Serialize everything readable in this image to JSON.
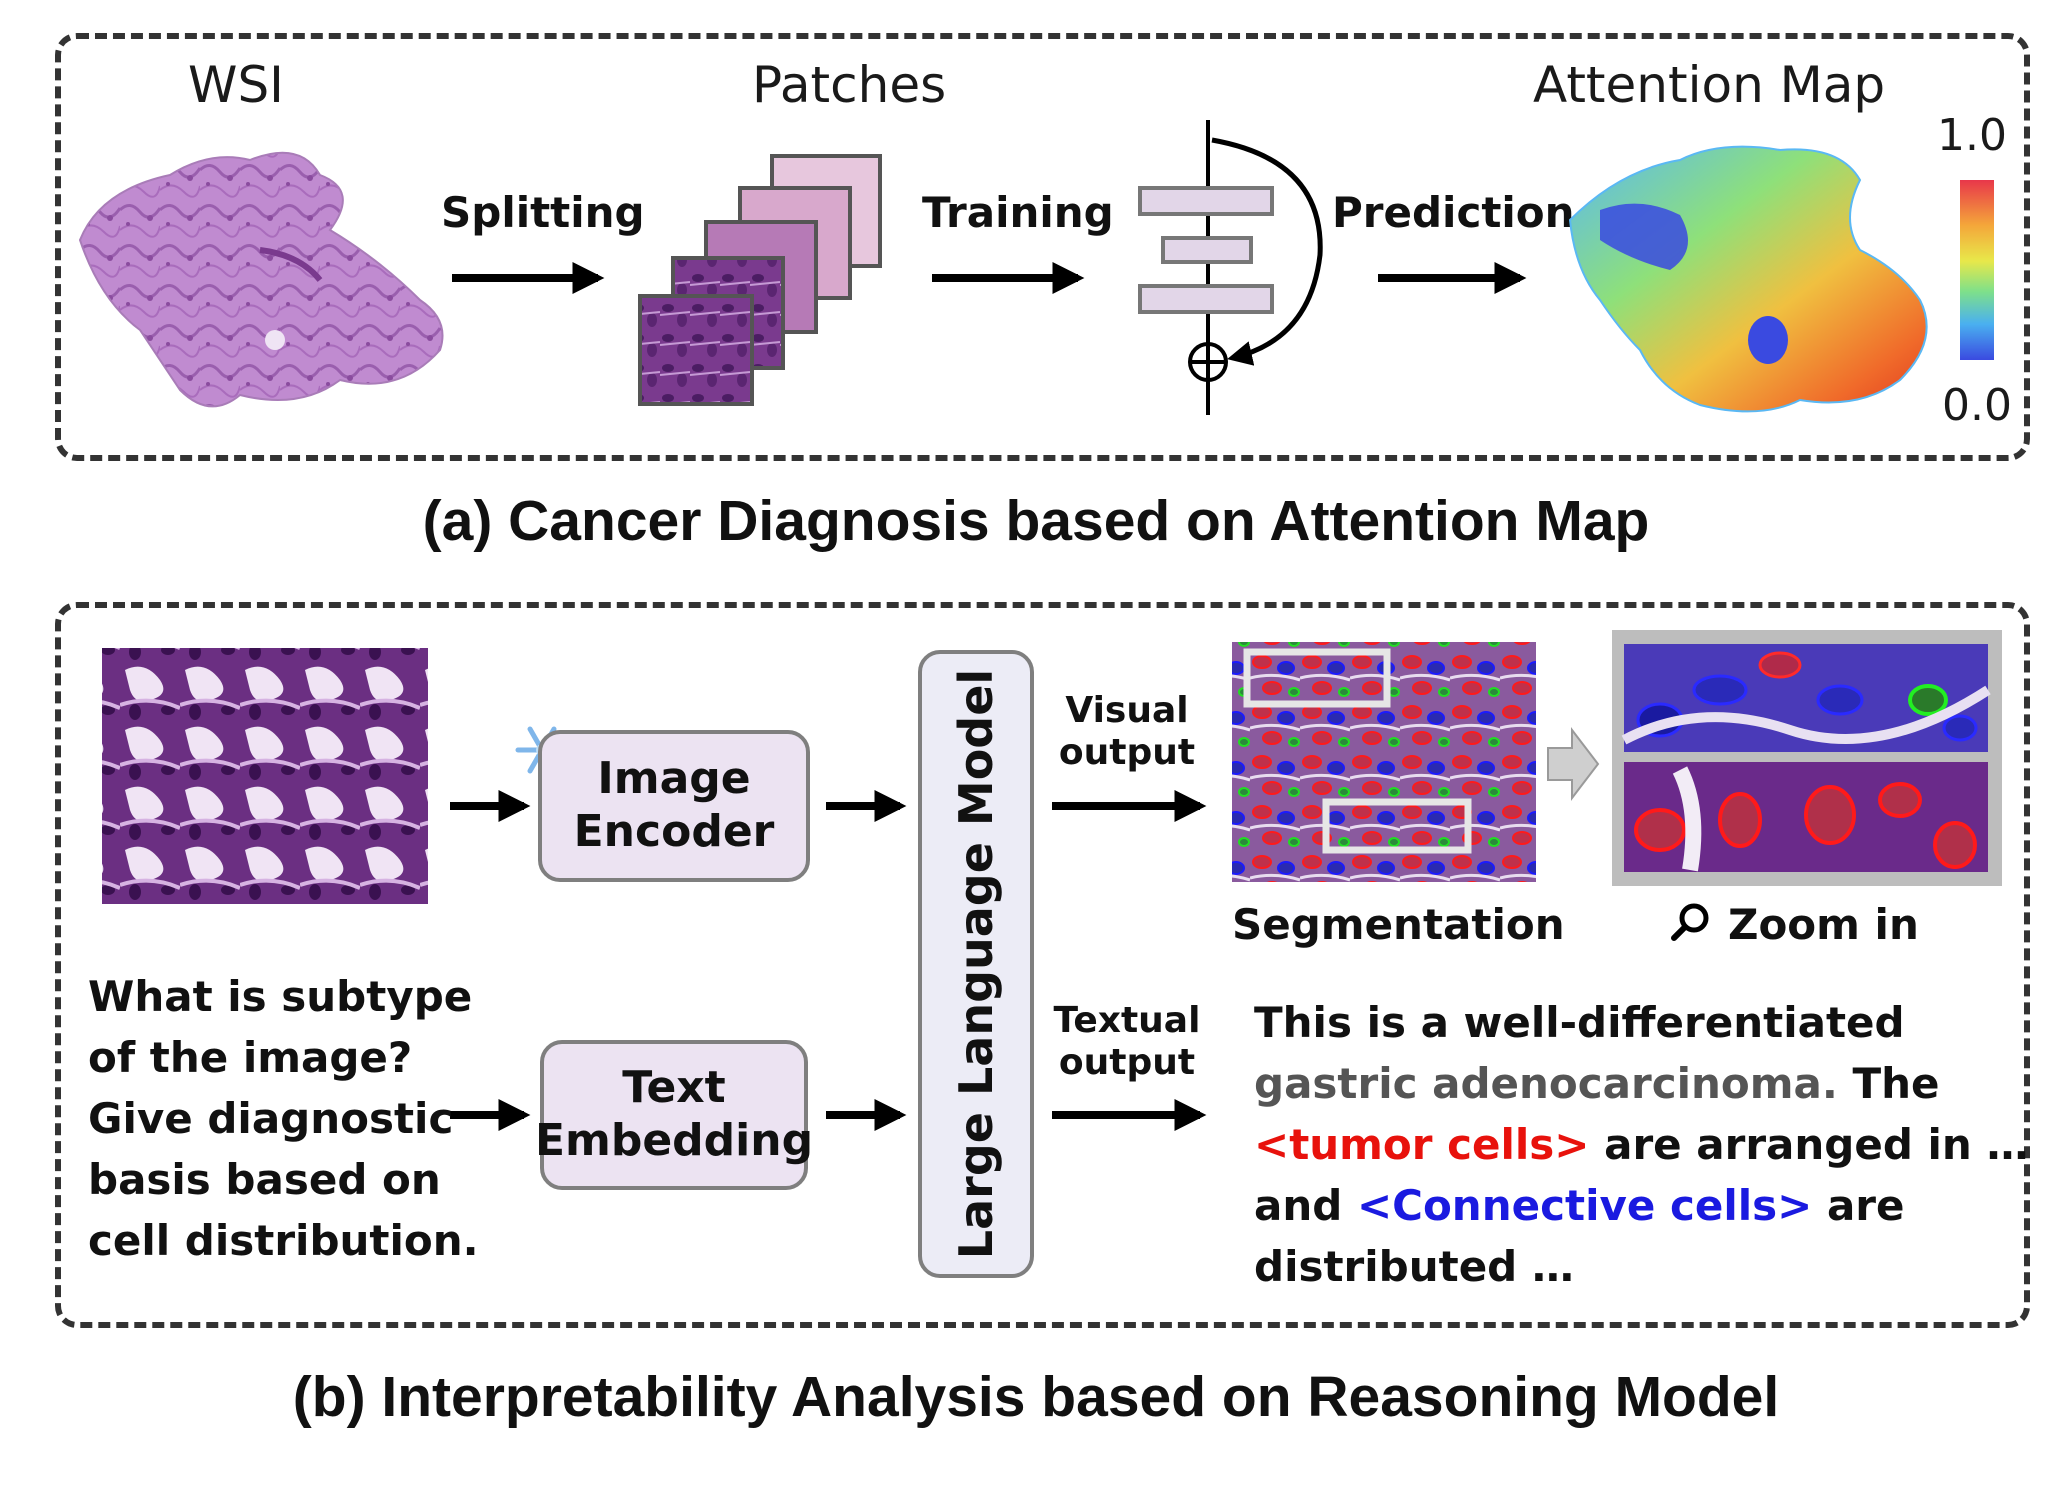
{
  "panel_a": {
    "wsi_label": "WSI",
    "patches_label": "Patches",
    "attention_label": "Attention Map",
    "splitting": "Splitting",
    "training": "Training",
    "prediction": "Prediction",
    "scale_max": "1.0",
    "scale_min": "0.0",
    "caption": "(a) Cancer Diagnosis based on Attention Map"
  },
  "panel_b": {
    "image_encoder_line1": "Image",
    "image_encoder_line2": "Encoder",
    "text_embedding_line1": "Text",
    "text_embedding_line2": "Embedding",
    "llm": "Large Language Model",
    "visual_output_line1": "Visual",
    "visual_output_line2": "output",
    "textual_output_line1": "Textual",
    "textual_output_line2": "output",
    "segmentation": "Segmentation",
    "zoom_in": "Zoom in",
    "question": [
      "What is subtype",
      "of the image?",
      "Give diagnostic",
      "basis based on",
      "cell distribution."
    ],
    "answer": {
      "l1": "This is a well-differentiated",
      "l2_gray": "gastric adenocarcinoma.",
      "l2_rest": " The",
      "l3_red": "<tumor cells>",
      "l3_rest": " are arranged in  …",
      "l4_start": "and ",
      "l4_blue": "<Connective cells>",
      "l4_rest": " are",
      "l5": "distributed …"
    },
    "caption": "(b) Interpretability Analysis based on Reasoning Model"
  },
  "colors": {
    "tumor_red": "#e8120c",
    "connective_blue": "#1a1ae0",
    "gray_text": "#555555",
    "box_fill": "#ece3f2",
    "tissue_purple": "#b77fc4"
  },
  "icons": [
    "snowflake-icon",
    "magnifier-icon",
    "plus-circle-icon",
    "arrow-icon"
  ]
}
